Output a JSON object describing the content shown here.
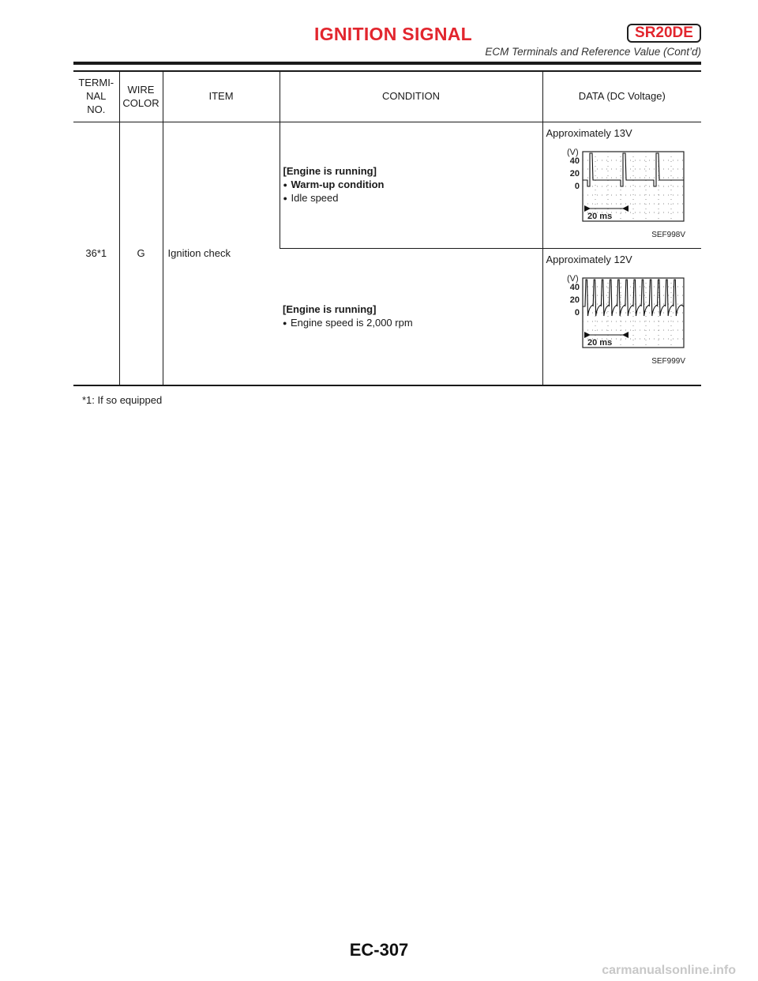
{
  "header": {
    "title": "IGNITION SIGNAL",
    "model": "SR20DE",
    "subtitle": "ECM Terminals and Reference Value (Cont’d)"
  },
  "table": {
    "columns": {
      "terminal_line1": "TERMI-",
      "terminal_line2": "NAL",
      "terminal_line3": "NO.",
      "wire_line1": "WIRE",
      "wire_line2": "COLOR",
      "item": "ITEM",
      "condition": "CONDITION",
      "data": "DATA (DC Voltage)"
    },
    "row": {
      "terminal": "36*1",
      "wire_color": "G",
      "item": "Ignition check",
      "conditions": [
        {
          "heading": "[Engine is running]",
          "bullets": [
            {
              "text": "Warm-up condition",
              "bold": true
            },
            {
              "text": "Idle speed",
              "bold": false
            }
          ],
          "data_value": "Approximately 13V",
          "scope": {
            "unit": "(V)",
            "ticks": [
              "40",
              "20",
              "0"
            ],
            "timebase": "20 ms",
            "figure_id": "SEF998V",
            "pulses_per_screen": 3
          }
        },
        {
          "heading": "[Engine is running]",
          "bullets": [
            {
              "text": "Engine speed is 2,000 rpm",
              "bold": false
            }
          ],
          "data_value": "Approximately 12V",
          "scope": {
            "unit": "(V)",
            "ticks": [
              "40",
              "20",
              "0"
            ],
            "timebase": "20 ms",
            "figure_id": "SEF999V",
            "pulses_per_screen": 12
          }
        }
      ]
    }
  },
  "footnote": "*1: If so equipped",
  "page_number": "EC-307",
  "watermark": "carmanualsonline.info"
}
